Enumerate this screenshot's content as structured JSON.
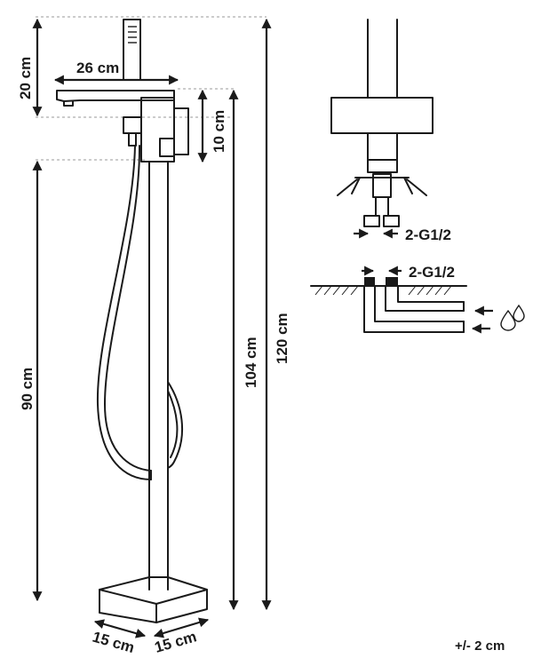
{
  "dimensions": {
    "width_top": "26 cm",
    "height_handshower": "20 cm",
    "height_mixer": "10 cm",
    "height_to_spout": "104 cm",
    "height_total": "120 cm",
    "height_pillar": "90 cm",
    "base_depth": "15 cm",
    "base_width": "15 cm"
  },
  "connection": {
    "top_label": "2-G1/2",
    "bottom_label": "2-G1/2"
  },
  "tolerance": "+/- 2 cm",
  "icons": {
    "water": "water-drops-icon"
  }
}
